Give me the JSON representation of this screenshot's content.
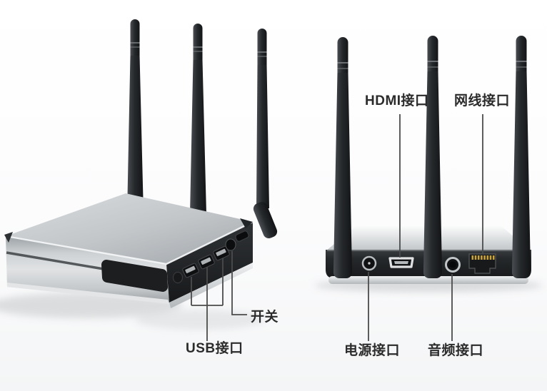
{
  "diagram": {
    "front_view": {
      "description_role": "tv-box-front-three-quarter-view",
      "labels": {
        "usb": "USB接口",
        "switch": "开关"
      }
    },
    "rear_view": {
      "description_role": "tv-box-rear-view",
      "labels": {
        "hdmi": "HDMI接口",
        "ethernet": "网线接口",
        "power": "电源接口",
        "audio": "音频接口"
      }
    },
    "colors": {
      "background": "#fdfdfe",
      "label_text": "#2b2b2b",
      "leader_line": "#4b4b4b",
      "body_silver": "#c6cacd",
      "panel_black": "#212427",
      "antenna_black": "#26292c",
      "ethernet_pins_gold": "#c9a33a"
    }
  }
}
